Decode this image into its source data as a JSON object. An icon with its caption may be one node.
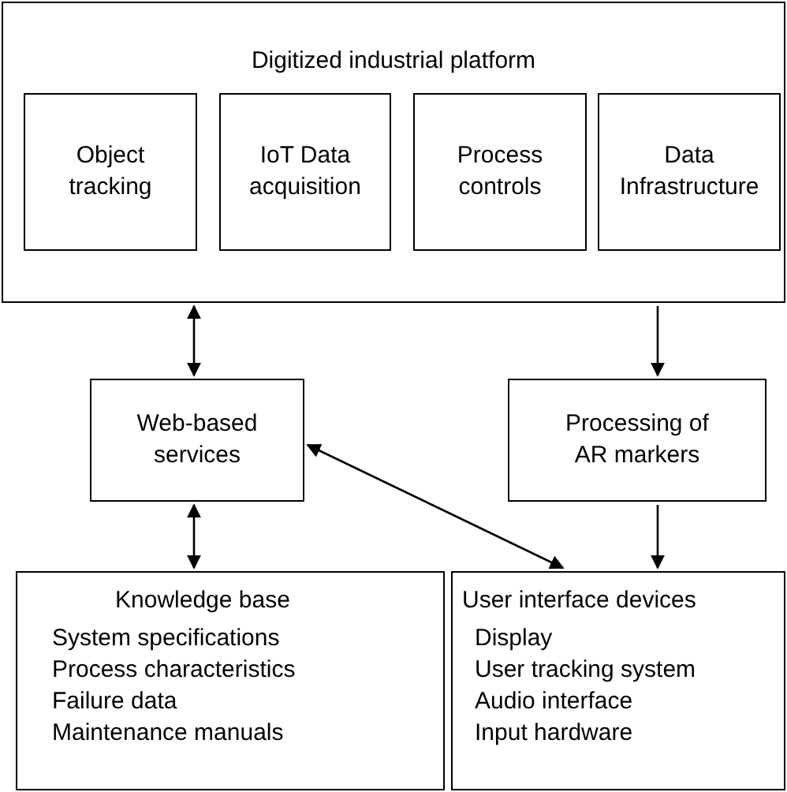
{
  "diagram": {
    "nodes": [
      {
        "text": [
          "Digitized industrial platform"
        ]
      },
      {
        "text": [
          "Object tracking"
        ],
        "in": 0
      },
      {
        "text": [
          "IoT Data acquisition"
        ],
        "in": 0
      },
      {
        "text": [
          "Process controls"
        ],
        "in": 0
      },
      {
        "text": [
          "Data Infrastructure"
        ],
        "in": 0
      },
      {
        "text": [
          "Web-based services"
        ]
      },
      {
        "text": [
          "Processing of AR markers"
        ]
      },
      {
        "text": [
          "Knowledge base",
          "System specifications",
          "Process characteristics",
          "Failure data",
          "Maintenance manuals"
        ]
      },
      {
        "text": [
          "User interface devices",
          "Display",
          "User tracking system",
          "Audio interface",
          "Input hardware"
        ]
      }
    ],
    "edges": [
      {
        "from": 0,
        "to": 5,
        "arrow": "both"
      },
      {
        "from": 0,
        "to": 6,
        "arrow": "to"
      },
      {
        "from": 5,
        "to": 8,
        "arrow": "both"
      },
      {
        "from": 5,
        "to": 7,
        "arrow": "both"
      },
      {
        "from": 6,
        "to": 8,
        "arrow": "to"
      }
    ]
  }
}
